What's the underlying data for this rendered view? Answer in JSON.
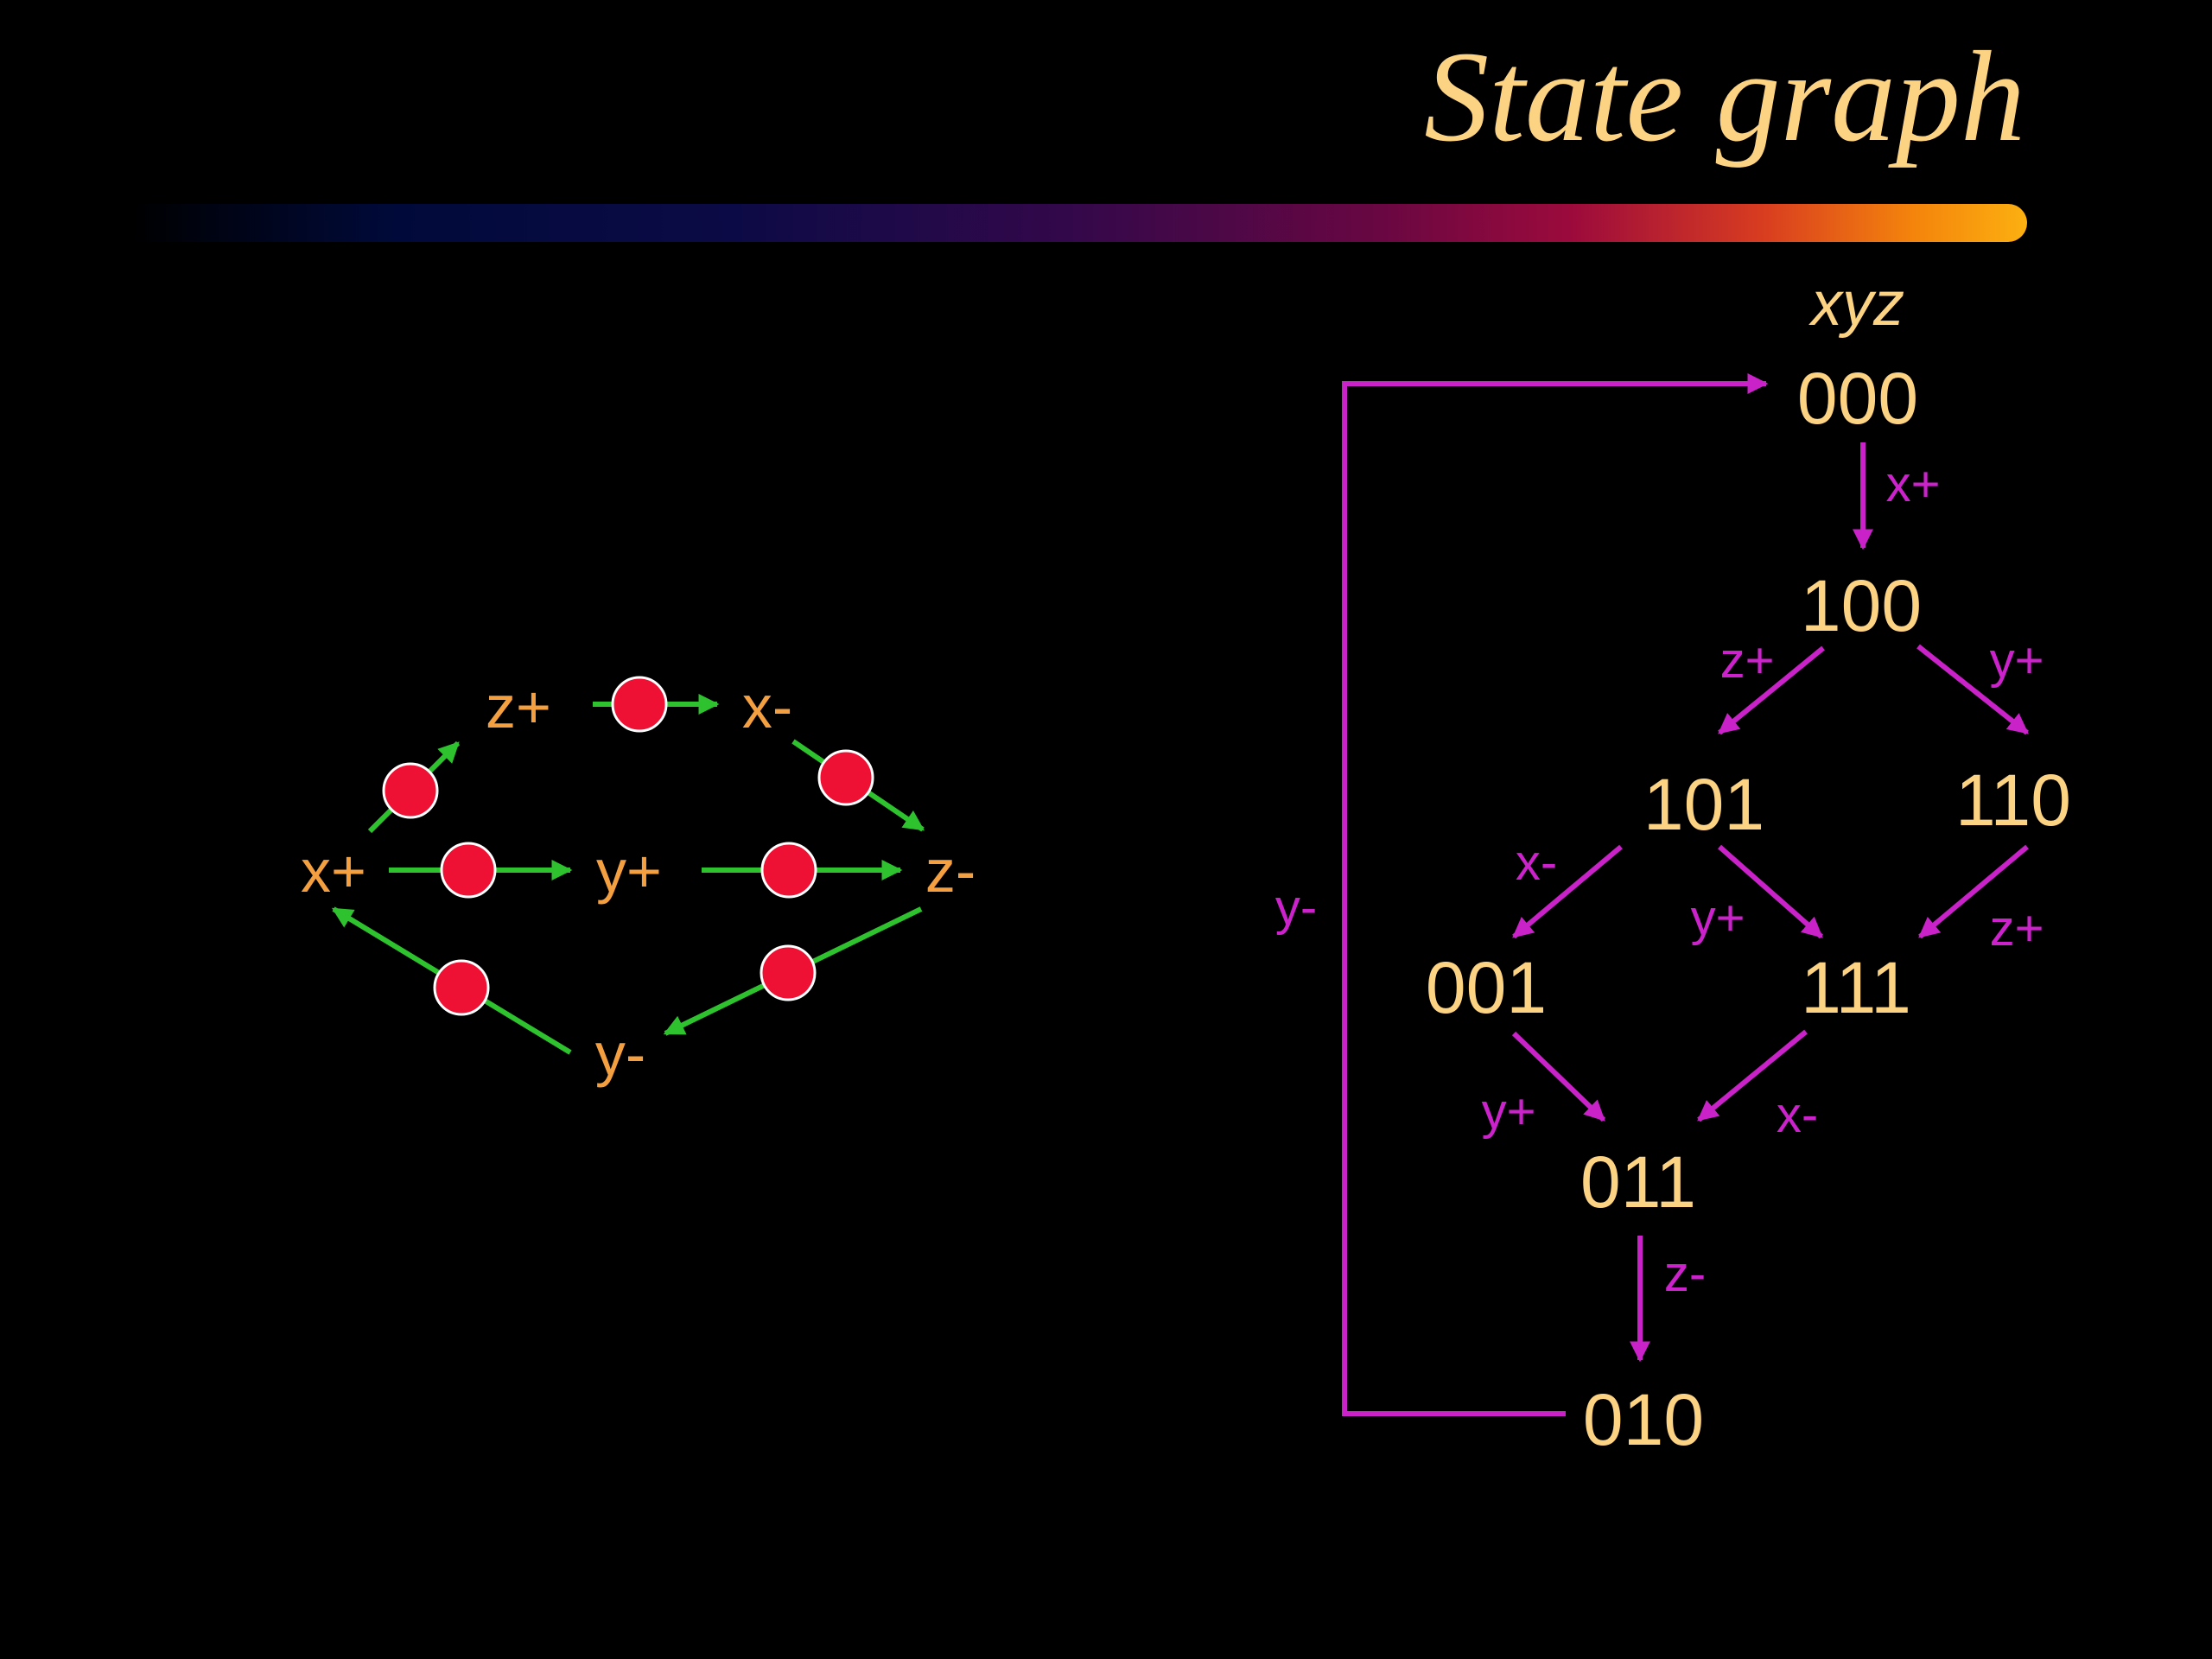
{
  "title": "State graph",
  "petri_net": {
    "transitions": {
      "zplus": "z+",
      "xminus": "x-",
      "xplus": "x+",
      "yplus": "y+",
      "zminus": "z-",
      "yminus": "y-"
    }
  },
  "state_graph": {
    "header": "xyz",
    "states": {
      "s000": "000",
      "s100": "100",
      "s101": "101",
      "s110": "110",
      "s001": "001",
      "s111": "111",
      "s011": "011",
      "s010": "010"
    },
    "edges": {
      "e000_100": "x+",
      "e100_101": "z+",
      "e100_110": "y+",
      "e101_001": "x-",
      "e101_111": "y+",
      "e110_111": "z+",
      "e001_011": "y+",
      "e111_011": "x-",
      "e011_010": "z-",
      "e010_000": "y-"
    }
  },
  "colors": {
    "title": "#fcd383",
    "transition_label": "#f4a040",
    "petri_arc": "#2ec22e",
    "token": "#ee1133",
    "state_label": "#fcd383",
    "state_arc": "#c822c8"
  }
}
